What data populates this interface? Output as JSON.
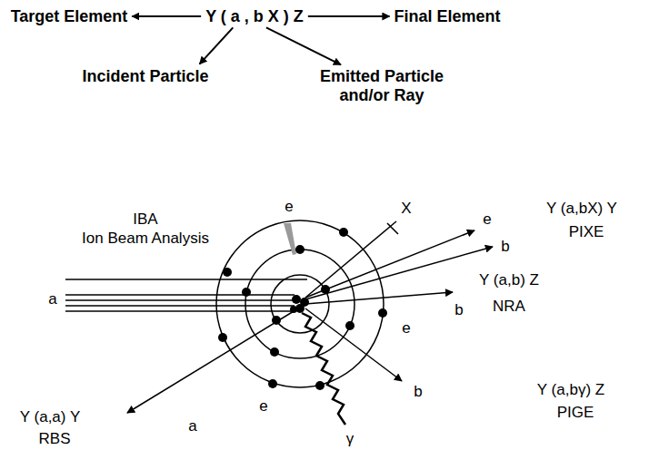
{
  "diagram": {
    "labels": [
      "Target Element",
      "Y ( a , b X ) Z",
      "Final Element",
      "Incident Particle",
      "Emitted Particle and/or Ray",
      "IBA",
      "Ion Beam Analysis",
      "e",
      "X",
      "e",
      "b",
      "Y (a,bX) Y",
      "PIXE",
      "a",
      "Y (a,b) Z",
      "b",
      "NRA",
      "e",
      "b",
      "Y (a,bγ) Z",
      "PIGE",
      "e",
      "γ",
      "a",
      "Y (a,a) Y",
      "RBS"
    ]
  }
}
